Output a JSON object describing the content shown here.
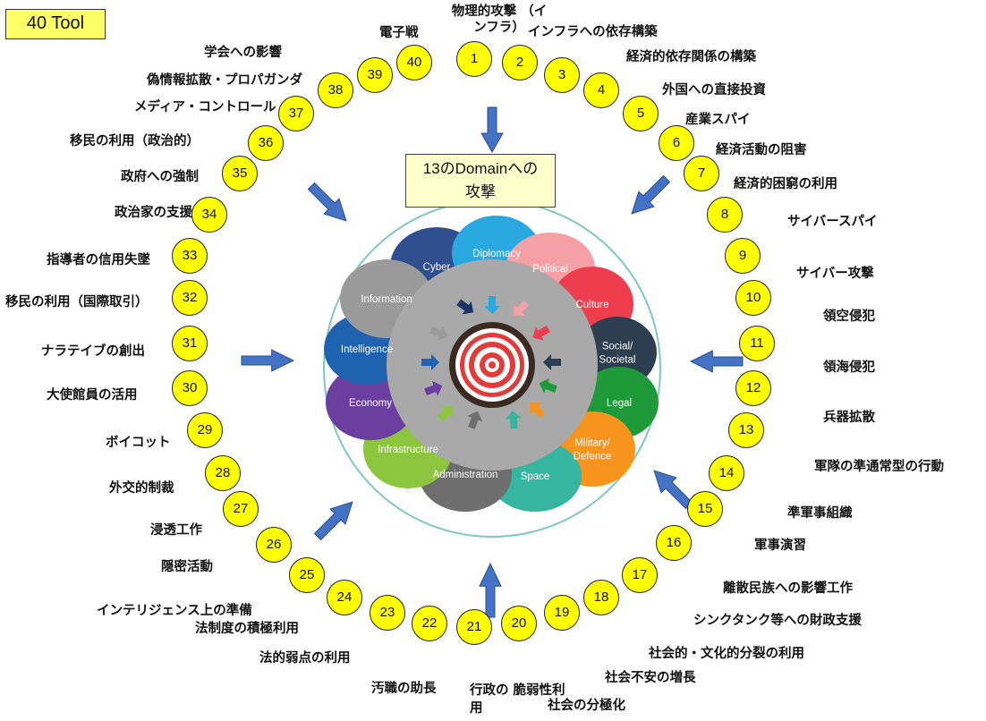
{
  "title": "40 Tool",
  "domain_box": {
    "line1": "13のDomainへの",
    "line2": "攻撃"
  },
  "tools": [
    {
      "n": "1",
      "label": "物理的攻撃 （インフラ）"
    },
    {
      "n": "2",
      "label": "インフラへの依存構築"
    },
    {
      "n": "3",
      "label": "経済的依存関係の構築"
    },
    {
      "n": "4",
      "label": "外国への直接投資"
    },
    {
      "n": "5",
      "label": "産業スパイ"
    },
    {
      "n": "6",
      "label": "経済活動の阻害"
    },
    {
      "n": "7",
      "label": "経済的困窮の利用"
    },
    {
      "n": "8",
      "label": "サイバースパイ"
    },
    {
      "n": "9",
      "label": "サイバー攻撃"
    },
    {
      "n": "10",
      "label": "領空侵犯"
    },
    {
      "n": "11",
      "label": "領海侵犯"
    },
    {
      "n": "12",
      "label": "兵器拡散"
    },
    {
      "n": "13",
      "label": "軍隊の準通常型の行動"
    },
    {
      "n": "14",
      "label": "準軍事組織"
    },
    {
      "n": "15",
      "label": "軍事演習"
    },
    {
      "n": "16",
      "label": "離散民族への影響工作"
    },
    {
      "n": "17",
      "label": "シンクタンク等への財政支援"
    },
    {
      "n": "18",
      "label": "社会的・文化的分裂の利用"
    },
    {
      "n": "19",
      "label": "社会不安の増長"
    },
    {
      "n": "20",
      "label": "社会の分極化"
    },
    {
      "n": "21",
      "label": "行政の 脆弱性利用"
    },
    {
      "n": "22",
      "label": "汚職の助長"
    },
    {
      "n": "23",
      "label": "法的弱点の利用"
    },
    {
      "n": "24",
      "label": "法制度の積極利用"
    },
    {
      "n": "25",
      "label": "インテリジェンス上の準備"
    },
    {
      "n": "26",
      "label": "隠密活動"
    },
    {
      "n": "27",
      "label": "浸透工作"
    },
    {
      "n": "28",
      "label": "外交的制裁"
    },
    {
      "n": "29",
      "label": "ボイコット"
    },
    {
      "n": "30",
      "label": "大使館員の活用"
    },
    {
      "n": "31",
      "label": "ナラテイブの創出"
    },
    {
      "n": "32",
      "label": "移民の利用（国際取引）"
    },
    {
      "n": "33",
      "label": "指導者の信用失墜"
    },
    {
      "n": "34",
      "label": "政治家の支援"
    },
    {
      "n": "35",
      "label": "政府への強制"
    },
    {
      "n": "36",
      "label": "移民の利用（政治的）"
    },
    {
      "n": "37",
      "label": "メディア・コントロール"
    },
    {
      "n": "38",
      "label": "偽情報拡散・プロパガンダ"
    },
    {
      "n": "39",
      "label": "学会への影響"
    },
    {
      "n": "40",
      "label": "電子戦"
    }
  ],
  "domains": [
    {
      "label": "Cyber",
      "color": "#2f4f8f"
    },
    {
      "label": "Diplomacy",
      "color": "#2aa8e0"
    },
    {
      "label": "Political",
      "color": "#f4a0a4"
    },
    {
      "label": "Culture",
      "color": "#ee3d4d"
    },
    {
      "label": "Social/ Societal",
      "color": "#2c3e50"
    },
    {
      "label": "Legal",
      "color": "#1e9a3a"
    },
    {
      "label": "Military/ Defence",
      "color": "#f7941d"
    },
    {
      "label": "Space",
      "color": "#36b5a0"
    },
    {
      "label": "Administration",
      "color": "#6e6e6e"
    },
    {
      "label": "Infrastructure",
      "color": "#8cc63f"
    },
    {
      "label": "Economy",
      "color": "#6b3fa0"
    },
    {
      "label": "Intelligence",
      "color": "#1f63b0"
    },
    {
      "label": "Information",
      "color": "#9a9a9a"
    }
  ],
  "colors": {
    "tool_fill": "#ffff00",
    "arrow": "#4472c4",
    "domain_box": "#ffffcc",
    "ring": "#7fc8c0"
  }
}
